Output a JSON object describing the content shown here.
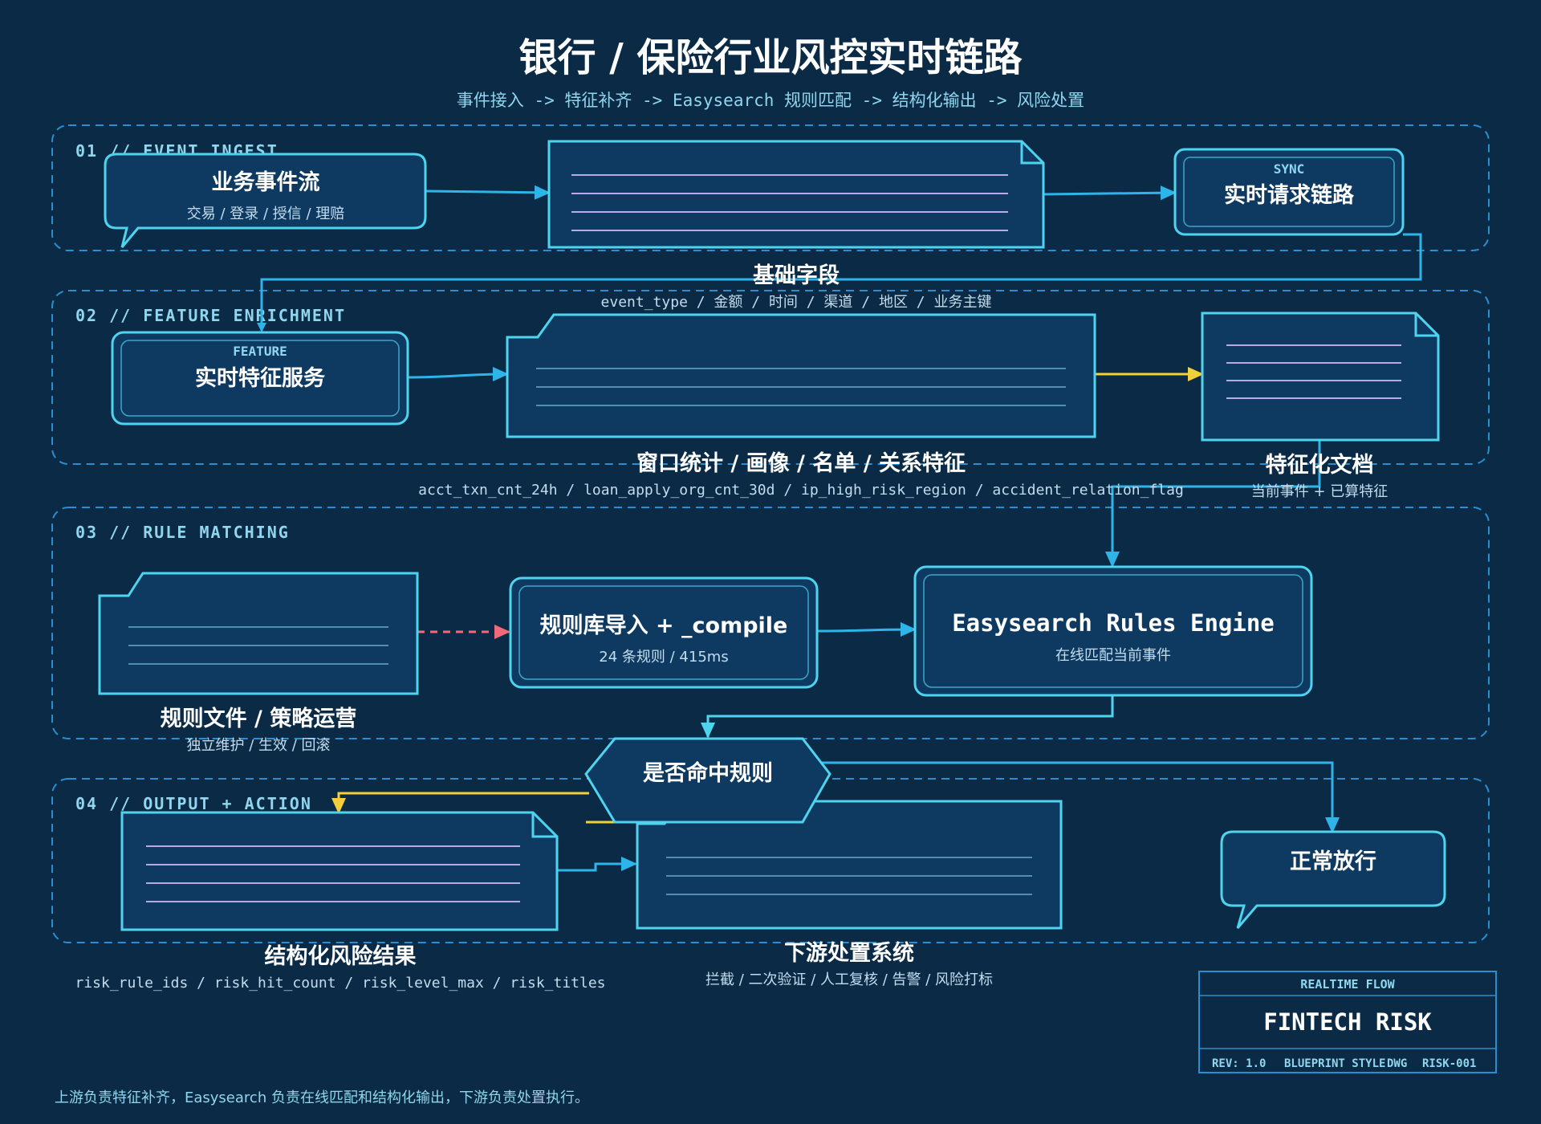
{
  "header": {
    "title": "银行 / 保险行业风控实时链路",
    "subtitle": "事件接入 -> 特征补齐 -> Easysearch 规则匹配 -> 结构化输出 -> 风险处置"
  },
  "lanes": [
    {
      "label": "01 // EVENT INGEST"
    },
    {
      "label": "02 // FEATURE ENRICHMENT"
    },
    {
      "label": "03 // RULE MATCHING"
    },
    {
      "label": "04 // OUTPUT + ACTION"
    }
  ],
  "nodes": {
    "event_stream": {
      "title": "业务事件流",
      "sub": "交易 / 登录 / 授信 / 理赔"
    },
    "base_fields": {
      "title": "基础字段",
      "sub": "event_type / 金额 / 时间 / 渠道 / 地区 / 业务主键"
    },
    "sync_link": {
      "tag": "SYNC",
      "title": "实时请求链路"
    },
    "feature_service": {
      "tag": "FEATURE",
      "title": "实时特征服务"
    },
    "window_stats": {
      "title": "窗口统计 / 画像 / 名单 / 关系特征",
      "sub": "acct_txn_cnt_24h / loan_apply_org_cnt_30d / ip_high_risk_region / accident_relation_flag"
    },
    "feature_doc": {
      "title": "特征化文档",
      "sub": "当前事件 + 已算特征"
    },
    "rule_files": {
      "title": "规则文件 / 策略运营",
      "sub": "独立维护 / 生效 / 回滚"
    },
    "rule_import": {
      "title": "规则库导入 + _compile",
      "sub": "24 条规则 / 415ms"
    },
    "engine": {
      "title": "Easysearch Rules Engine",
      "sub": "在线匹配当前事件"
    },
    "decision": {
      "title": "是否命中规则"
    },
    "normal_pass": {
      "title": "正常放行"
    },
    "risk_result": {
      "title": "结构化风险结果",
      "sub": "risk_rule_ids / risk_hit_count / risk_level_max / risk_titles"
    },
    "downstream": {
      "title": "下游处置系统",
      "sub": "拦截 / 二次验证 / 人工复核 / 告警 / 风险打标"
    }
  },
  "title_block": {
    "top": "REALTIME FLOW",
    "main": "FINTECH RISK",
    "rev": "REV: 1.0",
    "style": "BLUEPRINT STYLE",
    "dwg": "DWG",
    "code": "RISK-001"
  },
  "footer": {
    "note": "上游负责特征补齐，Easysearch 负责在线匹配和结构化输出，下游负责处置执行。"
  },
  "colors": {
    "background": "#0b2a45",
    "panel": "#0e3a61",
    "stroke": "#4fd4ef",
    "lane_border": "#2a8fd0",
    "arrow": "#2fb4ea",
    "arrow_yellow": "#f3cf3a",
    "arrow_red": "#f06a7a",
    "doc_line": "#b8a8ec",
    "text": "#ffffff",
    "subtext": "#c3dcef",
    "accent_text": "#8fd6ee"
  }
}
